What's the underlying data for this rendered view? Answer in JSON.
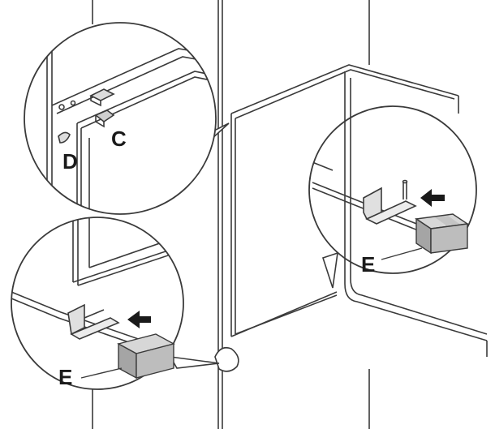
{
  "labels": {
    "c": "C",
    "d": "D",
    "e_right": "E",
    "e_left": "E"
  },
  "colors": {
    "line": "#3a3a3a",
    "block_front": "#bdbdbd",
    "block_top": "#d7d7d7",
    "block_side": "#a5a5a5",
    "arrow": "#1a1a1a",
    "clip": "#dcdcdc"
  }
}
